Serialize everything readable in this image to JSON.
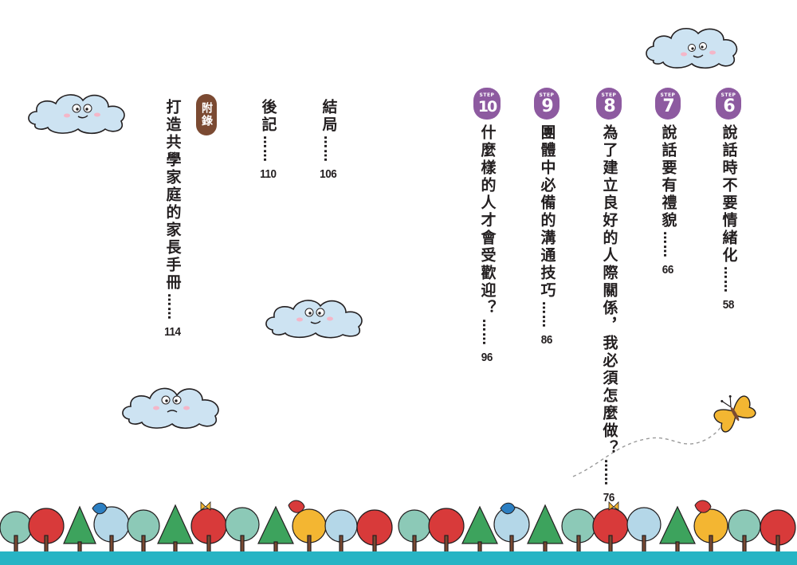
{
  "toc": [
    {
      "id": "step-6",
      "badge_label": "STEP",
      "step": "6",
      "title": "說話時不要情緒化",
      "dots": "……",
      "page": "58"
    },
    {
      "id": "step-7",
      "badge_label": "STEP",
      "step": "7",
      "title": "說話要有禮貌",
      "dots": "……",
      "page": "66"
    },
    {
      "id": "step-8",
      "badge_label": "STEP",
      "step": "8",
      "title": "為了建立良好的人際關係，我必須怎麼做？",
      "dots": "……",
      "page": "76"
    },
    {
      "id": "step-9",
      "badge_label": "STEP",
      "step": "9",
      "title": "團體中必備的溝通技巧",
      "dots": "……",
      "page": "86"
    },
    {
      "id": "step-10",
      "badge_label": "STEP",
      "step": "10",
      "title": "什麼樣的人才會受歡迎？",
      "dots": "……",
      "page": "96"
    }
  ],
  "ending": {
    "title": "結局",
    "dots": "……",
    "page": "106"
  },
  "afterword": {
    "title": "後記",
    "dots": "……",
    "page": "110"
  },
  "appendix": {
    "badge": "附錄",
    "title": "打造共學家庭的家長手冊",
    "dots": "……",
    "page": "114"
  },
  "colors": {
    "step_badge": "#8d5aa0",
    "appendix_badge": "#7b4a32",
    "cloud_fill": "#cde3f2",
    "ground": "#27b4c4"
  }
}
